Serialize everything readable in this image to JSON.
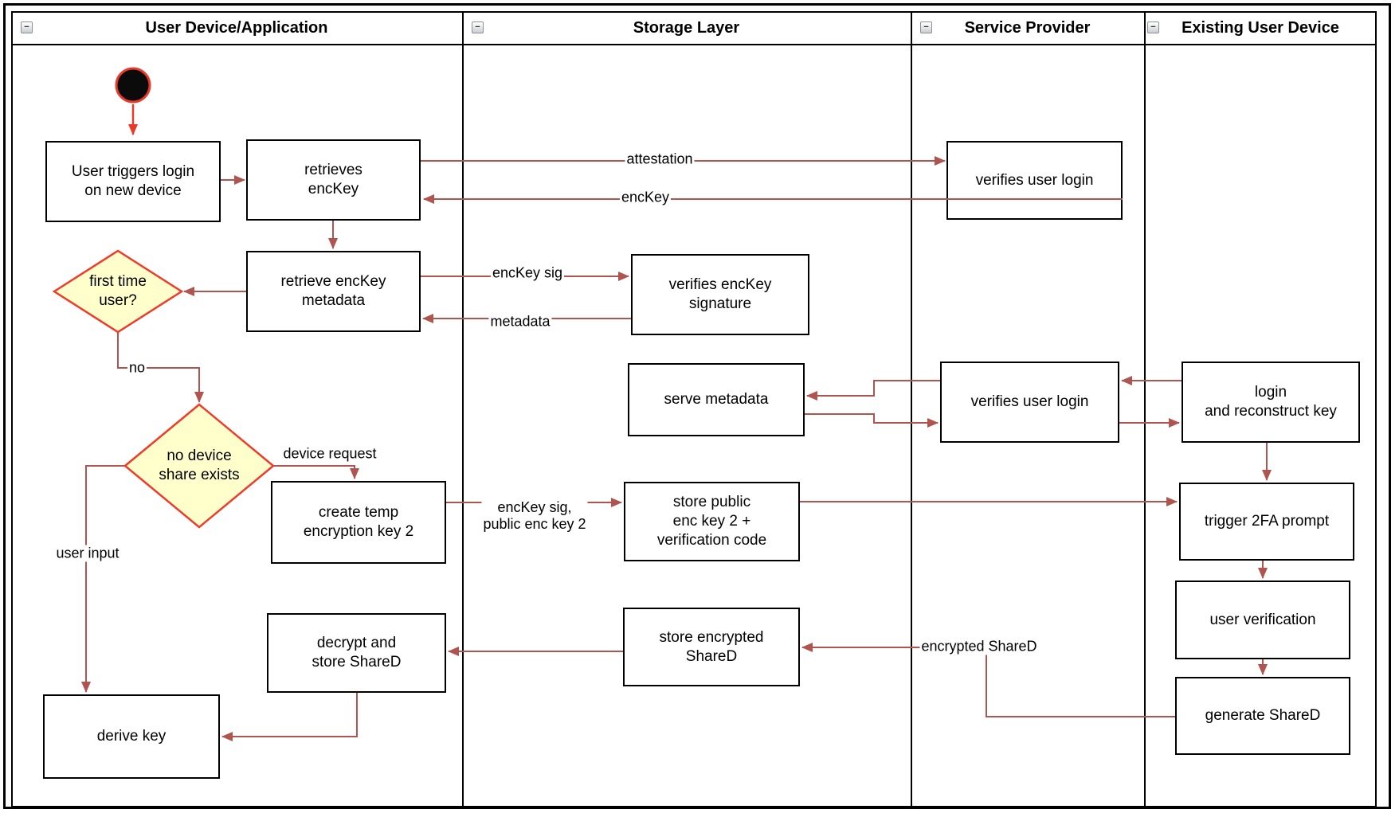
{
  "lanes": [
    {
      "title": "User Device/Application"
    },
    {
      "title": "Storage Layer"
    },
    {
      "title": "Service Provider"
    },
    {
      "title": "Existing User Device"
    }
  ],
  "icons": {
    "collapse": "−"
  },
  "nodes": {
    "start": {
      "type": "initial-node"
    },
    "user_triggers_login": {
      "label": [
        "User triggers login",
        "on new device"
      ]
    },
    "retrieves_enckey": {
      "label": [
        "retrieves",
        "encKey"
      ]
    },
    "retrieve_enckey_metadata": {
      "label": [
        "retrieve encKey",
        "metadata"
      ]
    },
    "first_time_user": {
      "label": [
        "first time",
        "user?"
      ],
      "type": "decision"
    },
    "no_device_share_exists": {
      "label": [
        "no device",
        "share exists"
      ],
      "type": "decision"
    },
    "create_temp_key2": {
      "label": [
        "create temp",
        "encryption key 2"
      ]
    },
    "decrypt_store_shared": {
      "label": [
        "decrypt and",
        "store ShareD"
      ]
    },
    "derive_key": {
      "label": [
        "derive key"
      ]
    },
    "verifies_enckey_signature": {
      "label": [
        "verifies encKey",
        "signature"
      ]
    },
    "serve_metadata": {
      "label": [
        "serve metadata"
      ]
    },
    "store_public_enc_key2": {
      "label": [
        "store public",
        "enc key 2 +",
        "verification code"
      ]
    },
    "store_encrypted_shared": {
      "label": [
        "store encrypted",
        "ShareD"
      ]
    },
    "verifies_user_login_1": {
      "label": [
        "verifies user login"
      ]
    },
    "verifies_user_login_2": {
      "label": [
        "verifies user login"
      ]
    },
    "login_and_reconstruct_key": {
      "label": [
        "login",
        "and reconstruct key"
      ]
    },
    "trigger_2fa_prompt": {
      "label": [
        "trigger 2FA prompt"
      ]
    },
    "user_verification": {
      "label": [
        "user verification"
      ]
    },
    "generate_shared": {
      "label": [
        "generate ShareD"
      ]
    }
  },
  "edge_labels": {
    "attestation": "attestation",
    "enckey": "encKey",
    "enckey_sig": "encKey sig",
    "metadata": "metadata",
    "no": "no",
    "device_request": "device request",
    "user_input": "user input",
    "enckey_sig_public_enc_key2": [
      "encKey sig,",
      "public enc key 2"
    ],
    "encrypted_shared": "encrypted ShareD"
  },
  "colors": {
    "flow_arrow": "#b05450",
    "start_accent": "#e8392a",
    "diamond_fill": "#ffffcc",
    "diamond_border": "#f03b2a",
    "node_border": "#000000",
    "node_fill": "#ffffff"
  }
}
